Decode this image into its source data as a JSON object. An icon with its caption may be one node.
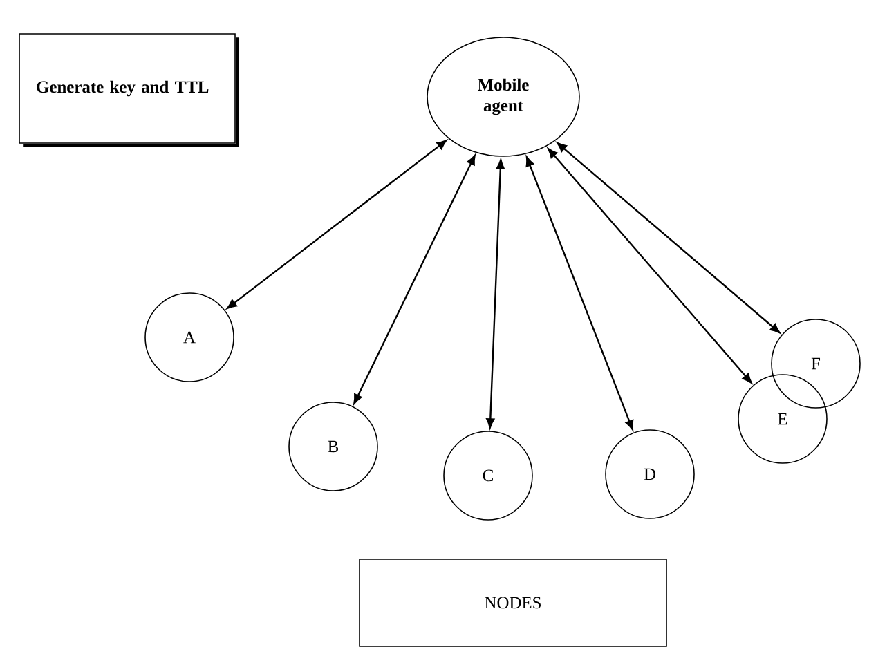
{
  "diagram": {
    "nodes": [
      {
        "text": [
          "Generate key and TTL"
        ]
      },
      {
        "text": [
          "Mobile agent"
        ]
      },
      {
        "text": [
          "A"
        ]
      },
      {
        "text": [
          "B"
        ]
      },
      {
        "text": [
          "C"
        ]
      },
      {
        "text": [
          "D"
        ]
      },
      {
        "text": [
          "E"
        ]
      },
      {
        "text": [
          "F"
        ]
      },
      {
        "text": [
          "NODES"
        ]
      }
    ],
    "edges": [
      {
        "from": 1,
        "to": 2,
        "arrow": "both"
      },
      {
        "from": 1,
        "to": 3,
        "arrow": "both"
      },
      {
        "from": 1,
        "to": 4,
        "arrow": "both"
      },
      {
        "from": 1,
        "to": 5,
        "arrow": "both"
      },
      {
        "from": 1,
        "to": 6,
        "arrow": "both"
      },
      {
        "from": 1,
        "to": 7,
        "arrow": "both"
      }
    ]
  }
}
